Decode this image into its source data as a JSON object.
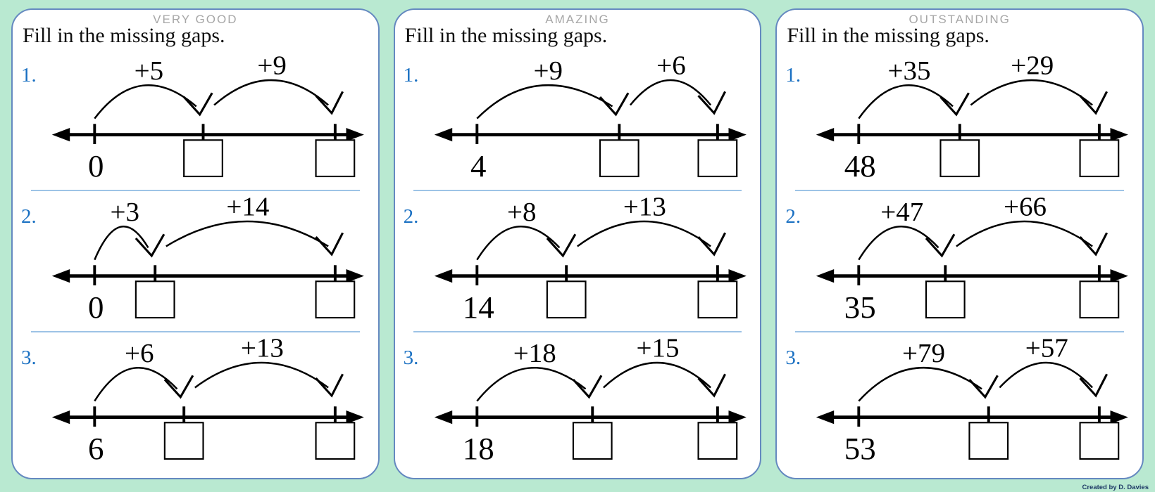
{
  "credit": "Created by D. Davies",
  "colors": {
    "background": "#b9e9d1",
    "panel_bg": "#ffffff",
    "panel_border": "#6589c0",
    "divider": "#9dc3e6",
    "accent_blue": "#1a70c2",
    "header_gray": "#a6a6a6",
    "ink": "#000000",
    "credit_navy": "#1e3a66"
  },
  "panels": [
    {
      "header": "VERY GOOD",
      "title": "Fill in the missing gaps.",
      "problems": [
        {
          "number": "1.",
          "start": "0",
          "jump1": "+5",
          "jump2": "+9",
          "mid": 0.45
        },
        {
          "number": "2.",
          "start": "0",
          "jump1": "+3",
          "jump2": "+14",
          "mid": 0.25
        },
        {
          "number": "3.",
          "start": "6",
          "jump1": "+6",
          "jump2": "+13",
          "mid": 0.37
        }
      ]
    },
    {
      "header": "AMAZING",
      "title": "Fill in the missing gaps.",
      "problems": [
        {
          "number": "1.",
          "start": "4",
          "jump1": "+9",
          "jump2": "+6",
          "mid": 0.59
        },
        {
          "number": "2.",
          "start": "14",
          "jump1": "+8",
          "jump2": "+13",
          "mid": 0.37
        },
        {
          "number": "3.",
          "start": "18",
          "jump1": "+18",
          "jump2": "+15",
          "mid": 0.48
        }
      ]
    },
    {
      "header": "OUTSTANDING",
      "title": "Fill in the missing gaps.",
      "problems": [
        {
          "number": "1.",
          "start": "48",
          "jump1": "+35",
          "jump2": "+29",
          "mid": 0.42
        },
        {
          "number": "2.",
          "start": "35",
          "jump1": "+47",
          "jump2": "+66",
          "mid": 0.36
        },
        {
          "number": "3.",
          "start": "53",
          "jump1": "+79",
          "jump2": "+57",
          "mid": 0.54
        }
      ]
    }
  ]
}
